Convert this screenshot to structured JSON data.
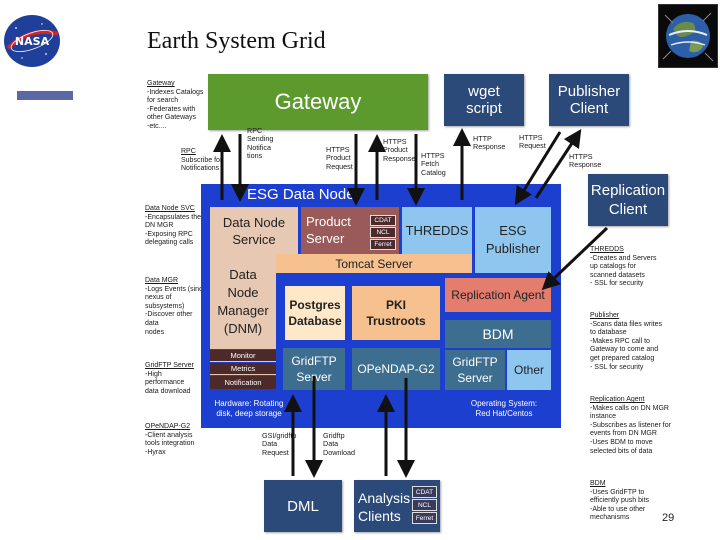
{
  "slide": {
    "title": "Earth System Grid",
    "page_number": "29",
    "logo_text": "NASA"
  },
  "boxes": {
    "gateway": "Gateway",
    "wget": [
      "wget",
      "script"
    ],
    "publisher_client": [
      "Publisher",
      "Client"
    ],
    "replication_client": [
      "Replication",
      "Client"
    ],
    "node_title": "ESG Data Node",
    "dn_service": [
      "Data Node",
      "Service"
    ],
    "product_server": [
      "Product",
      "Server"
    ],
    "cdat": "CDAT",
    "ncl": "NCL",
    "ferret": "Ferret",
    "thredds": "THREDDS",
    "esg_publisher": [
      "ESG",
      "Publisher"
    ],
    "tomcat": "Tomcat Server",
    "replication_agent": "Replication Agent",
    "dnm": [
      "Data",
      "Node",
      "Manager",
      "(DNM)"
    ],
    "monitor": "Monitor",
    "metrics": "Metrics",
    "notification": "Notification",
    "postgres": [
      "Postgres",
      "Database"
    ],
    "pki": [
      "PKI",
      "Trustroots"
    ],
    "bdm": "BDM",
    "gridftp_server": [
      "GridFTP",
      "Server"
    ],
    "opendap": "OPeNDAP-G2",
    "bdm_gridftp": [
      "GridFTP",
      "Server"
    ],
    "other": "Other",
    "hardware": [
      "Hardware: Rotating",
      "disk, deep storage"
    ],
    "os": [
      "Operating System:",
      "Red Hat/Centos"
    ],
    "dml": "DML",
    "analysis_clients": [
      "Analysis",
      "Clients"
    ],
    "ac_cdat": "CDAT",
    "ac_ncl": "NCL",
    "ac_ferret": "Ferret"
  },
  "arrow_labels": {
    "rpc_left": [
      "RPC",
      "Sending",
      "Notifica",
      "tions"
    ],
    "https_product": [
      "HTTPS",
      "Product",
      "Request"
    ],
    "https_product_resp": [
      "HTTPS",
      "Product",
      "Response"
    ],
    "https_fetch": [
      "HTTPS",
      "Fetch",
      "Catalog"
    ],
    "http_response": [
      "HTTP",
      "Response"
    ],
    "https_request": [
      "HTTPS",
      "Request"
    ],
    "https_response": [
      "HTTPS",
      "Response"
    ],
    "gsi_gridftp": [
      "GSI/gridftp",
      "Data",
      "Request"
    ],
    "gridftp_download": [
      "Gridftp",
      "Data",
      "Download"
    ]
  },
  "notes_left": [
    {
      "heading": "Gateway",
      "lines": [
        "-Indexes Catalogs",
        "for search",
        "-Federates with",
        "other Gateways",
        "-etc...."
      ]
    },
    {
      "heading": "RPC",
      "lines": [
        "Subscribe for",
        "Notifications"
      ]
    },
    {
      "heading": "Data Node SVC",
      "lines": [
        "-Encapsulates the",
        "DN MGR",
        "-Exposing RPC",
        "delegating calls"
      ]
    },
    {
      "heading": "Data MGR",
      "lines": [
        "-Logs Events (since",
        "nexus of",
        "subsystems)",
        "-Discover other",
        "data",
        "nodes"
      ]
    },
    {
      "heading": "GridFTP Server",
      "lines": [
        "-High",
        "performance",
        "data download"
      ]
    },
    {
      "heading": "OPeNDAP-G2",
      "lines": [
        "-Client analysis",
        "tools integration",
        "-Hyrax"
      ]
    }
  ],
  "notes_right": [
    {
      "heading": "THREDDS",
      "lines": [
        "-Creates and Servers",
        "up catalogs for",
        "scanned datasets",
        "- SSL for security"
      ]
    },
    {
      "heading": "Publisher",
      "lines": [
        "-Scans data files writes",
        "to database",
        "-Makes RPC call to",
        "Gateway to come and",
        "get prepared catalog",
        "- SSL for security"
      ]
    },
    {
      "heading": "Replication Agent",
      "lines": [
        "-Makes calls on DN MGR",
        "instance",
        "-Subscribes as listener for",
        "events from DN MGR",
        "-Uses BDM to move",
        "selected bits of data"
      ]
    },
    {
      "heading": "BDM",
      "lines": [
        "-Uses GridFTP to",
        "efficiently push bits",
        "-Able to use other",
        "mechanisms"
      ]
    }
  ],
  "colors": {
    "node_blue": "#1c3fd0",
    "gateway_green": "#5c9a2e",
    "navy": "#2b4a7a",
    "tan": "#e6c8b3",
    "peach": "#f7c08f",
    "mauve": "#9a5a5a",
    "light_blue": "#8fc6ef",
    "salmon": "#e57d6f",
    "teal": "#3d6e8f",
    "dark_brown": "#4d2a2a",
    "arrow": "#111111"
  }
}
